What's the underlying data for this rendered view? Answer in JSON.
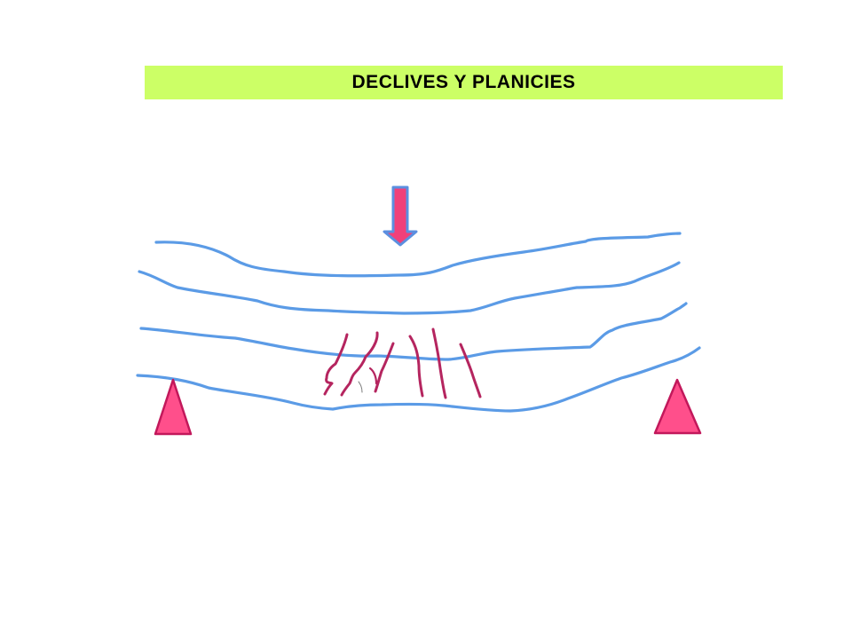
{
  "slide": {
    "title": "DECLIVES Y PLANICIES"
  },
  "colors": {
    "title_background": "#ccff66",
    "layer_stroke": "#5b9be6",
    "fracture_stroke": "#b5255f",
    "support_fill": "#ff4f8b",
    "support_stroke": "#c2185b",
    "arrow_fill": "#f0407a",
    "arrow_stroke": "#5b8fe0"
  },
  "diagram": {
    "layer_count": 4,
    "fracture_count": 8,
    "support_count": 2,
    "force_direction": "down"
  }
}
